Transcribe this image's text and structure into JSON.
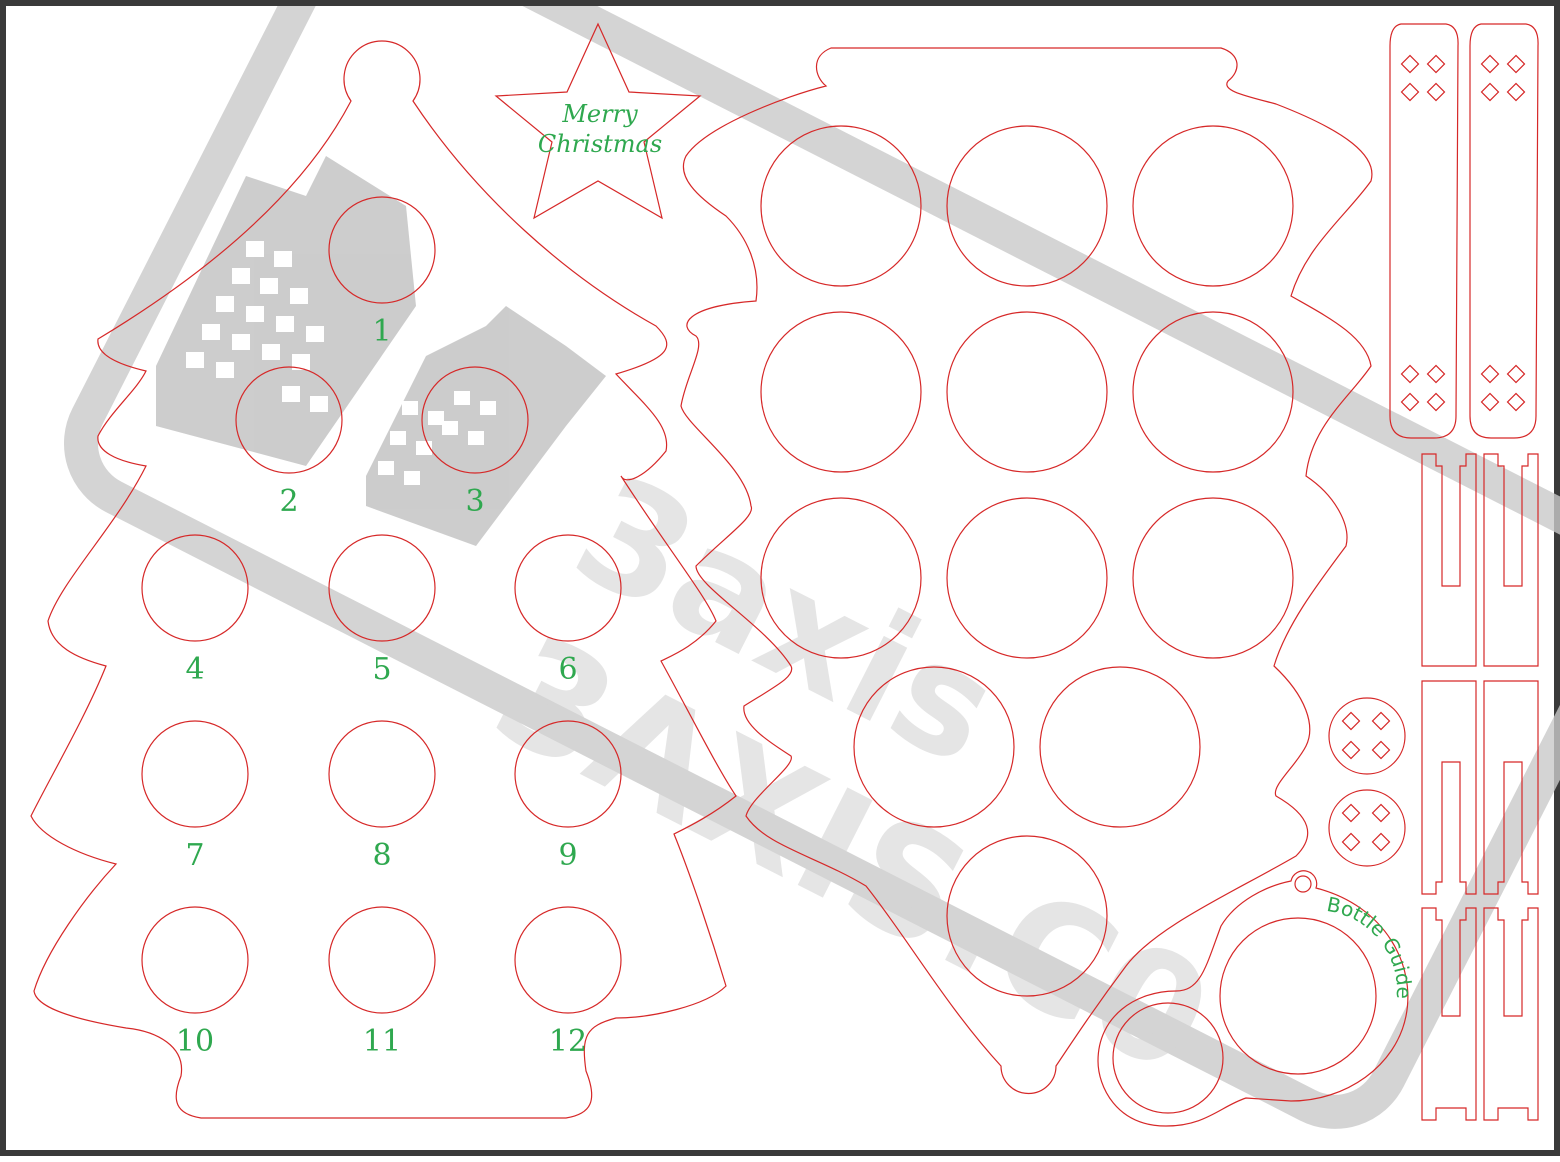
{
  "tree_numbers": [
    "1",
    "2",
    "3",
    "4",
    "5",
    "6",
    "7",
    "8",
    "9",
    "10",
    "11",
    "12"
  ],
  "star_text": [
    "Merry",
    "Christmas"
  ],
  "bottle_guide_label": "Bottle Guide",
  "colors": {
    "cut_line": "#d62828",
    "label_green": "#2fa84f",
    "watermark_gray": "#c4c4c4",
    "frame": "#3a3a3a"
  }
}
